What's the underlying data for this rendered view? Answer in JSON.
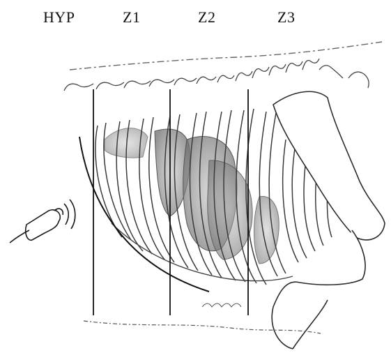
{
  "labels": {
    "hyp": "HYP",
    "z1": "Z1",
    "z2": "Z2",
    "z3": "Z3"
  },
  "colors": {
    "ink": "#1a1a1a",
    "sketch": "#555555",
    "lung_shade": "#8a8a8a",
    "background": "#ffffff"
  },
  "icons": [
    "ultrasound-probe-icon"
  ]
}
